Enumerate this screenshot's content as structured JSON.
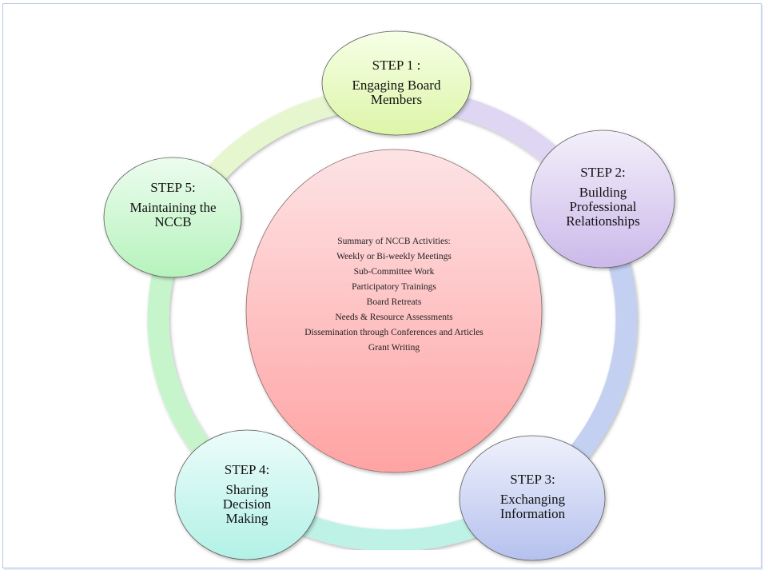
{
  "diagram": {
    "type": "cycle",
    "center": {
      "title": "Summary of NCCB Activities:",
      "items": [
        "Weekly or Bi-weekly Meetings",
        "Sub-Committee Work",
        "Participatory  Trainings",
        "Board Retreats",
        "Needs & Resource Assessments",
        "Dissemination through Conferences and Articles",
        "Grant Writing"
      ],
      "color_top": "#fde3e5",
      "color_bottom": "#ffa3a3"
    },
    "steps": [
      {
        "title": "STEP 1 :",
        "body": "Engaging Board\nMembers",
        "color_top": "#f6ffe6",
        "color_bottom": "#ddf5a8",
        "ring_color": "#e6f7cf"
      },
      {
        "title": "STEP 2:",
        "body": "Building\nProfessional\nRelationships",
        "color_top": "#f3effa",
        "color_bottom": "#cbb9ea",
        "ring_color": "#ded6f2"
      },
      {
        "title": "STEP 3:",
        "body": "Exchanging\nInformation",
        "color_top": "#eef1fb",
        "color_bottom": "#b5c1ee",
        "ring_color": "#c4d0f1"
      },
      {
        "title": "STEP 4:",
        "body": "Sharing\nDecision\nMaking",
        "color_top": "#ecfcfa",
        "color_bottom": "#b2f1e6",
        "ring_color": "#bff2e7"
      },
      {
        "title": "STEP 5:",
        "body": "Maintaining the\nNCCB",
        "color_top": "#ecfcee",
        "color_bottom": "#b6f3bd",
        "ring_color": "#c6f5cc"
      }
    ]
  }
}
